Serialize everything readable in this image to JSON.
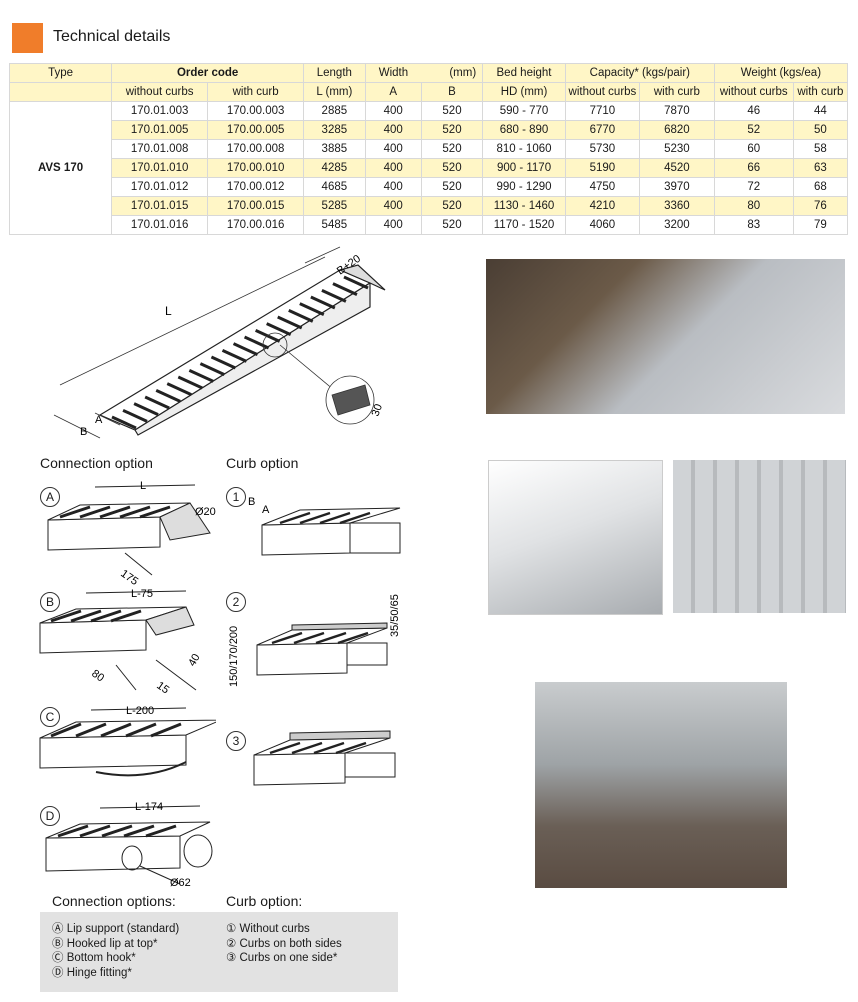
{
  "header": {
    "title": "Technical details"
  },
  "table": {
    "h_type": "Type",
    "h_order_code": "Order code",
    "h_length": "Length",
    "h_width": "Width",
    "h_mm": "(mm)",
    "h_bed_height": "Bed height",
    "h_capacity": "Capacity* (kgs/pair)",
    "h_weight": "Weight (kgs/ea)",
    "s_without_curbs": "without curbs",
    "s_with_curb": "with curb",
    "s_length_unit": "L (mm)",
    "s_a": "A",
    "s_b": "B",
    "s_hd": "HD (mm)",
    "s_cap_without": "without curbs",
    "s_cap_with": "with curb",
    "s_w_without": "without curbs",
    "s_w_with": "with curb",
    "type_value": "AVS 170",
    "rows": [
      [
        "170.01.003",
        "170.00.003",
        "2885",
        "400",
        "520",
        "590 - 770",
        "7710",
        "7870",
        "46",
        "44"
      ],
      [
        "170.01.005",
        "170.00.005",
        "3285",
        "400",
        "520",
        "680 - 890",
        "6770",
        "6820",
        "52",
        "50"
      ],
      [
        "170.01.008",
        "170.00.008",
        "3885",
        "400",
        "520",
        "810 - 1060",
        "5730",
        "5230",
        "60",
        "58"
      ],
      [
        "170.01.010",
        "170.00.010",
        "4285",
        "400",
        "520",
        "900 - 1170",
        "5190",
        "4520",
        "66",
        "63"
      ],
      [
        "170.01.012",
        "170.00.012",
        "4685",
        "400",
        "520",
        "990 - 1290",
        "4750",
        "3970",
        "72",
        "68"
      ],
      [
        "170.01.015",
        "170.00.015",
        "5285",
        "400",
        "520",
        "1130 - 1460",
        "4210",
        "3360",
        "80",
        "76"
      ],
      [
        "170.01.016",
        "170.00.016",
        "5485",
        "400",
        "520",
        "1170 - 1520",
        "4060",
        "3200",
        "83",
        "79"
      ]
    ]
  },
  "main_drawing": {
    "dim_l": "L",
    "dim_a": "A",
    "dim_b": "B",
    "dim_b20": "B+20",
    "dim_30": "30"
  },
  "connection": {
    "heading": "Connection option",
    "a": {
      "mark": "A",
      "dim1": "L",
      "dim2": "Ø20",
      "dim3": "175"
    },
    "b": {
      "mark": "B",
      "dim1": "L-75",
      "dim2": "80",
      "dim3": "15",
      "dim4": "40"
    },
    "c": {
      "mark": "C",
      "dim1": "L-200"
    },
    "d": {
      "mark": "D",
      "dim1": "L-174",
      "dim2": "Ø62"
    }
  },
  "curb": {
    "heading": "Curb option",
    "one": {
      "mark": "1",
      "dim_b": "B",
      "dim_a": "A"
    },
    "two": {
      "mark": "2",
      "dim_h": "150/170/200",
      "dim_c": "35/50/65"
    },
    "three": {
      "mark": "3"
    }
  },
  "legend": {
    "conn_title": "Connection options:",
    "curb_title": "Curb option:",
    "conn_items": [
      "Ⓐ Lip support (standard)",
      "Ⓑ Hooked lip at top*",
      "Ⓒ Bottom hook*",
      "Ⓓ Hinge fitting*"
    ],
    "curb_items": [
      "① Without curbs",
      "② Curbs on both sides",
      "③ Curbs on one side*"
    ]
  }
}
